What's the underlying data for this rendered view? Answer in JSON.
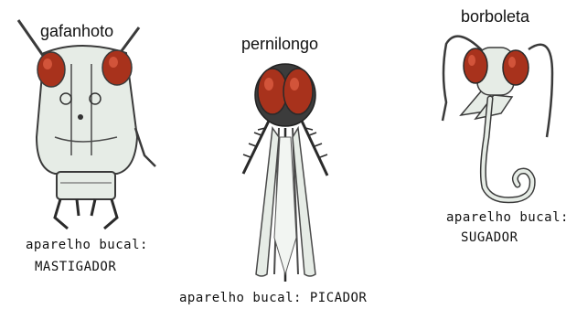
{
  "insects": [
    {
      "name": "gafanhoto",
      "caption_line1": "aparelho bucal:",
      "caption_line2": "MASTIGADOR"
    },
    {
      "name": "pernilongo",
      "caption_line1": "aparelho bucal: PICADOR",
      "caption_line2": ""
    },
    {
      "name": "borboleta",
      "caption_line1": "aparelho bucal:",
      "caption_line2": "SUGADOR"
    }
  ],
  "colors": {
    "eye": "#a8321c",
    "eye_highlight": "#d2543a",
    "body_fill": "#e6ece6",
    "outline": "#3a3a3a"
  }
}
